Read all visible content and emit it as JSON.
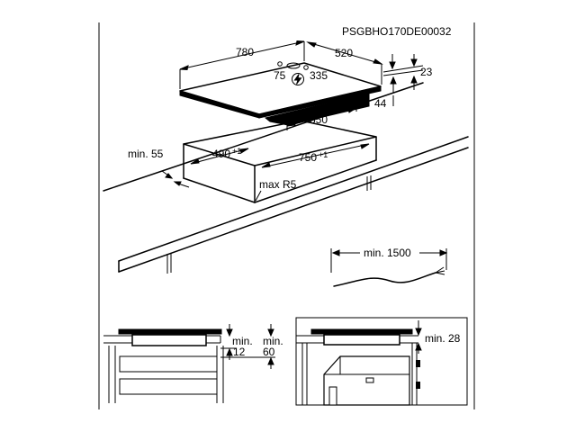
{
  "document_code": "PSGBHO170DE00032",
  "hob_top": {
    "width": "780",
    "depth": "520",
    "inner_left": "75",
    "inner_right": "335",
    "thickness": "23",
    "height": "44",
    "bottom_width": "550",
    "power_icon": "lightning-bolt-icon"
  },
  "cutout": {
    "depth": "490",
    "depth_sup": "+1",
    "width": "750",
    "width_sup": "+1",
    "min_edge": "min. 55",
    "radius": "max R5"
  },
  "cable": {
    "min_length": "min. 1500"
  },
  "section_left": {
    "min_a_line1": "min.",
    "min_a_line2": "12",
    "min_b_line1": "min.",
    "min_b_line2": "60"
  },
  "section_right": {
    "min_label": "min. 28"
  }
}
